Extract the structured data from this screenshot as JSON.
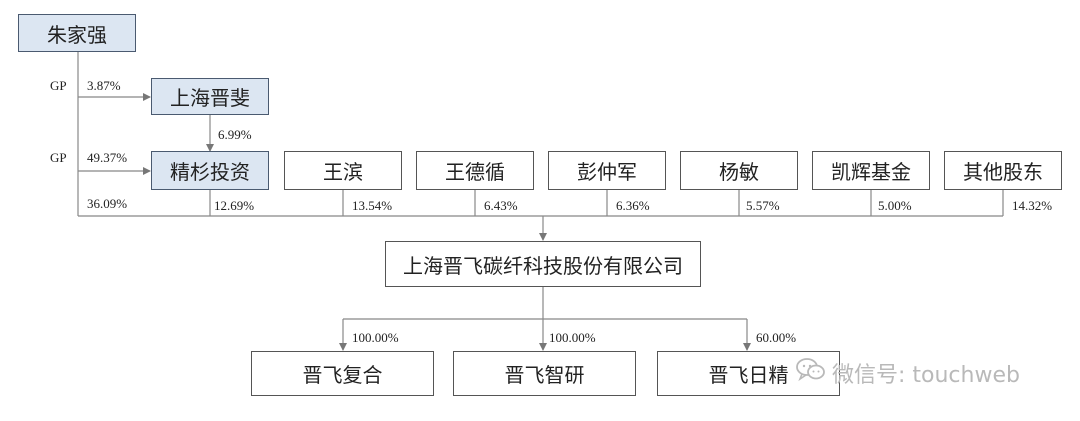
{
  "nodes": {
    "zhu_jiaqiang": "朱家强",
    "shanghai_jinfei": "上海晋斐",
    "jingshan_touzi": "精杉投资",
    "wang_bin": "王滨",
    "wang_dexun": "王德循",
    "peng_zhongjun": "彭仲军",
    "yang_min": "杨敏",
    "kaihui_jijin": "凯辉基金",
    "qita_gudong": "其他股东",
    "company": "上海晋飞碳纤科技股份有限公司",
    "jinfei_fuhe": "晋飞复合",
    "jinfei_zhiyan": "晋飞智研",
    "jinfei_rizhu": "晋飞日精"
  },
  "edges": {
    "gp_label_1": "GP",
    "gp_label_2": "GP",
    "zhu_to_jinfei": "3.87%",
    "jinfei_to_jingshan": "6.99%",
    "zhu_to_jingshan": "49.37%",
    "zhu_to_company": "36.09%",
    "jingshan_to_company": "12.69%",
    "wangbin_to_company": "13.54%",
    "wangdexun_to_company": "6.43%",
    "pengzhongjun_to_company": "6.36%",
    "yangmin_to_company": "5.57%",
    "kaihui_to_company": "5.00%",
    "qita_to_company": "14.32%",
    "company_to_fuhe": "100.00%",
    "company_to_zhiyan": "100.00%",
    "company_to_rizhu": "60.00%"
  },
  "watermark": {
    "text": "微信号: touchweb",
    "icon": "wechat-icon"
  }
}
